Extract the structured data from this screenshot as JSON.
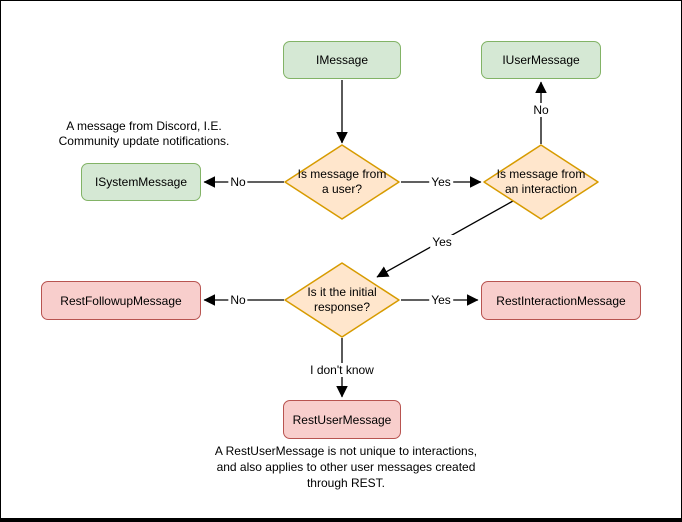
{
  "nodes": {
    "imessage": {
      "label": "IMessage"
    },
    "iusermessage": {
      "label": "IUserMessage"
    },
    "isystemmessage": {
      "label": "ISystemMessage"
    },
    "restfollowupmessage": {
      "label": "RestFollowupMessage"
    },
    "restinteractionmessage": {
      "label": "RestInteractionMessage"
    },
    "restusermessage": {
      "label": "RestUserMessage"
    }
  },
  "decisions": {
    "from_user": {
      "label": "Is message from\na user?"
    },
    "from_interaction": {
      "label": "Is message from\nan interaction"
    },
    "initial_response": {
      "label": "Is it the initial\nresponse?"
    }
  },
  "edge_labels": {
    "no_to_systemmessage": "No",
    "yes_to_interaction": "Yes",
    "no_to_usermessage": "No",
    "yes_to_initial_response": "Yes",
    "no_to_followup": "No",
    "yes_to_interactionmessage": "Yes",
    "idontknow_to_restuser": "I don't know"
  },
  "notes": {
    "system_note": "A message from Discord, I.E.\nCommunity update notifications.",
    "restuser_note": "A RestUserMessage is not unique to interactions,\nand also applies to other user messages created\nthrough REST."
  },
  "colors": {
    "class_fill": "#d5e8d4",
    "class_stroke": "#82b366",
    "decision_fill": "#ffe6cc",
    "decision_stroke": "#d79b00",
    "rest_fill": "#f8cecc",
    "rest_stroke": "#b85450",
    "line": "#000000",
    "background": "#ffffff"
  }
}
